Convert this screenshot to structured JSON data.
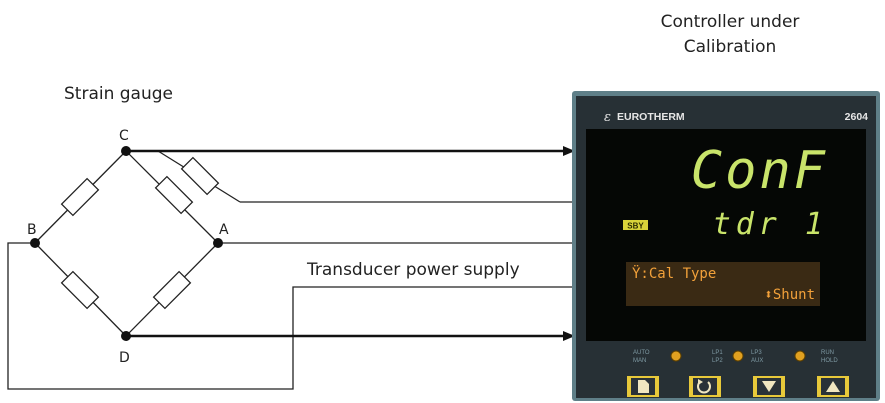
{
  "labels": {
    "controller_caption_line1": "Controller under",
    "controller_caption_line2": "Calibration",
    "strain_gauge": "Strain gauge",
    "node_a": "A",
    "node_b": "B",
    "node_c": "C",
    "node_d": "D",
    "transducer_power": "Transducer power supply"
  },
  "controller": {
    "brand": "EUROTHERM",
    "model": "2604",
    "main_display": "ConF",
    "sub_display": "tdr 1",
    "standby_badge": "SBY",
    "message_line1": "Ÿ:Cal Type",
    "message_line2": "⬍Shunt",
    "led_labels": {
      "auto_man": [
        "AUTO",
        "MAN"
      ],
      "lp1_lp2": [
        "LP1",
        "LP2"
      ],
      "lp3_aux": [
        "LP3",
        "AUX"
      ],
      "run_hold": [
        "RUN",
        "HOLD"
      ]
    },
    "colors": {
      "body": "#2a3238",
      "bezel": "#5f7f88",
      "screen": "#050705",
      "segment": "#c9e46a",
      "message_bg": "#3a2a14",
      "message_text": "#f2a13a",
      "badge": "#d8d23a",
      "button_bg": "#e8c93a"
    },
    "icons": [
      "page-icon",
      "scroll-icon",
      "down-arrow-icon",
      "up-arrow-icon"
    ]
  },
  "colors": {
    "wire": "#222222",
    "resistor_fill": "#ffffff"
  }
}
